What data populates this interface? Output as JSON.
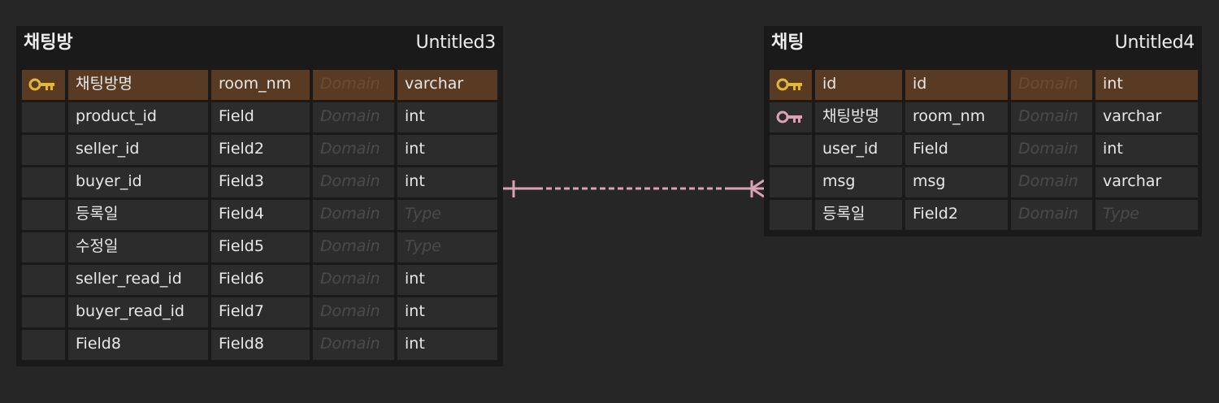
{
  "colors": {
    "background": "#262626",
    "table_bg": "#1a1a1a",
    "cell_bg": "#2c2c2c",
    "pk_row_bg": "#583b22",
    "primary_key_icon": "#e2b73a",
    "foreign_key_icon": "#d9a3b4",
    "relationship_line": "#d9a3b4",
    "placeholder_text": "#4b4b4b"
  },
  "tables": [
    {
      "name": "채팅방",
      "comment": "Untitled3",
      "rows": [
        {
          "key": "primary-key-icon",
          "logical": "채팅방명",
          "physical": "room_nm",
          "domain": "Domain",
          "type": "varchar",
          "type_placeholder": false
        },
        {
          "key": "",
          "logical": "product_id",
          "physical": "Field",
          "domain": "Domain",
          "type": "int",
          "type_placeholder": false
        },
        {
          "key": "",
          "logical": "seller_id",
          "physical": "Field2",
          "domain": "Domain",
          "type": "int",
          "type_placeholder": false
        },
        {
          "key": "",
          "logical": "buyer_id",
          "physical": "Field3",
          "domain": "Domain",
          "type": "int",
          "type_placeholder": false
        },
        {
          "key": "",
          "logical": "등록일",
          "physical": "Field4",
          "domain": "Domain",
          "type": "Type",
          "type_placeholder": true
        },
        {
          "key": "",
          "logical": "수정일",
          "physical": "Field5",
          "domain": "Domain",
          "type": "Type",
          "type_placeholder": true
        },
        {
          "key": "",
          "logical": "seller_read_id",
          "physical": "Field6",
          "domain": "Domain",
          "type": "int",
          "type_placeholder": false
        },
        {
          "key": "",
          "logical": "buyer_read_id",
          "physical": "Field7",
          "domain": "Domain",
          "type": "int",
          "type_placeholder": false
        },
        {
          "key": "",
          "logical": "Field8",
          "physical": "Field8",
          "domain": "Domain",
          "type": "int",
          "type_placeholder": false
        }
      ]
    },
    {
      "name": "채팅",
      "comment": "Untitled4",
      "rows": [
        {
          "key": "primary-key-icon",
          "logical": "id",
          "physical": "id",
          "domain": "Domain",
          "type": "int",
          "type_placeholder": false
        },
        {
          "key": "foreign-key-icon",
          "logical": "채팅방명",
          "physical": "room_nm",
          "domain": "Domain",
          "type": "varchar",
          "type_placeholder": false
        },
        {
          "key": "",
          "logical": "user_id",
          "physical": "Field",
          "domain": "Domain",
          "type": "int",
          "type_placeholder": false
        },
        {
          "key": "",
          "logical": "msg",
          "physical": "msg",
          "domain": "Domain",
          "type": "varchar",
          "type_placeholder": false
        },
        {
          "key": "",
          "logical": "등록일",
          "physical": "Field2",
          "domain": "Domain",
          "type": "Type",
          "type_placeholder": true
        }
      ]
    }
  ],
  "relationship": {
    "from_table": "채팅방",
    "to_table": "채팅",
    "cardinality": "one-to-many",
    "style": "dashed",
    "start_marker": "one-bar",
    "end_marker": "crow-foot"
  }
}
